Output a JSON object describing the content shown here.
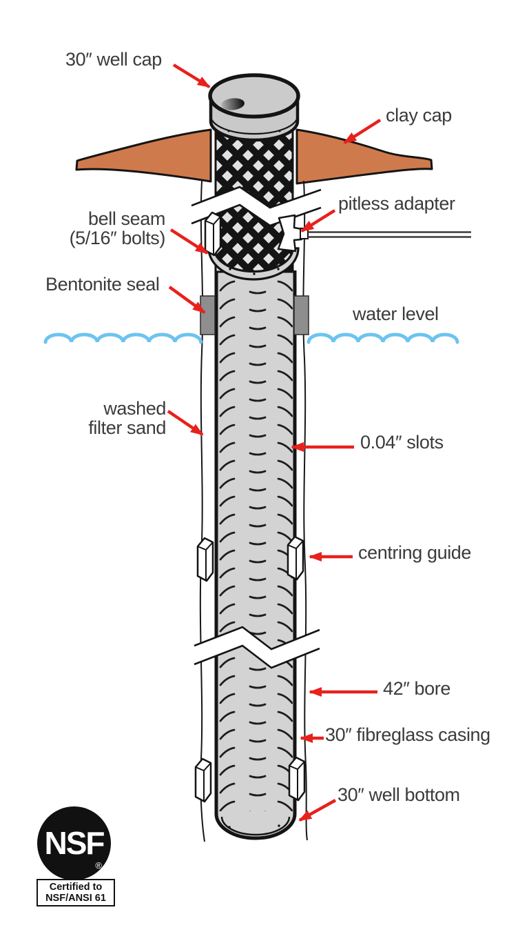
{
  "colors": {
    "accent": "#e8211c",
    "clay": "#cf7a4c",
    "water": "#6cc3f0",
    "casing": "#d3d3d3",
    "cap": "#c9c9c9",
    "seal": "#8e8e8e",
    "ink": "#141414",
    "text": "#3b3b3b"
  },
  "labels": {
    "well_cap": "30″ well cap",
    "clay_cap": "clay cap",
    "pitless_adapter": "pitless adapter",
    "bell_seam": {
      "line1": "bell seam",
      "line2": "(5/16″ bolts)"
    },
    "bentonite_seal": "Bentonite seal",
    "water_level": "water level",
    "washed_filter_sand": {
      "line1": "washed",
      "line2": "filter sand"
    },
    "slots": "0.04″ slots",
    "centring_guide": "centring guide",
    "bore": "42″ bore",
    "casing": "30″ fibreglass casing",
    "well_bottom": "30″ well bottom"
  },
  "nsf": {
    "name": "NSF",
    "registered": "®",
    "cert_line1": "Certified to",
    "cert_line2": "NSF/ANSI 61"
  }
}
